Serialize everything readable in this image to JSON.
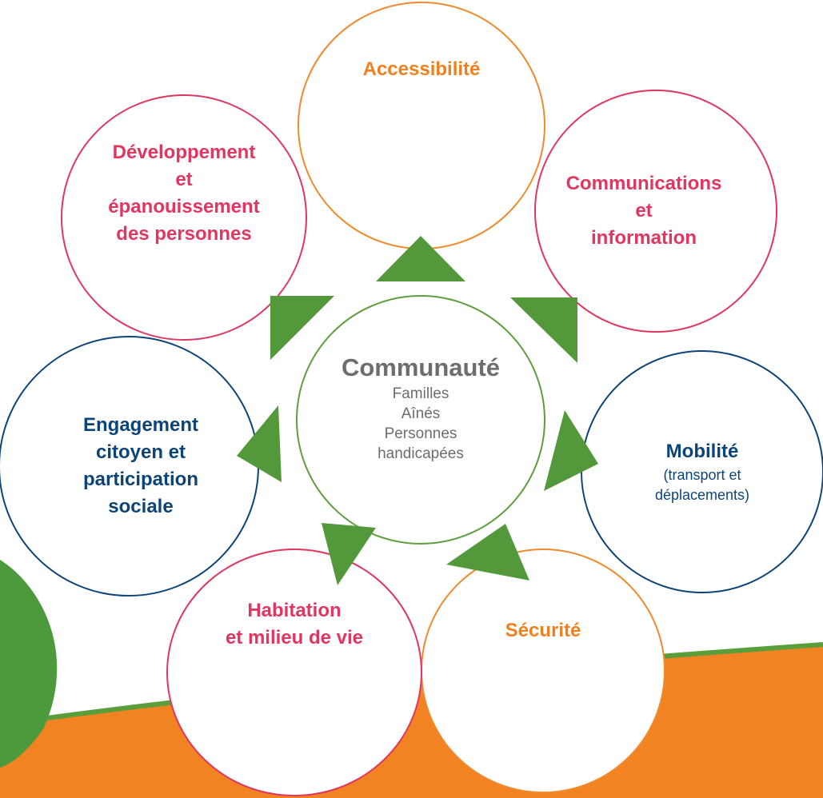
{
  "center": {
    "title": "Communauté",
    "lines": [
      "Familles",
      "Aînés",
      "Personnes",
      "handicapées"
    ]
  },
  "domains": [
    {
      "lines": [
        "Accessibilité"
      ]
    },
    {
      "lines": [
        "Communications",
        "et",
        "information"
      ]
    },
    {
      "lines": [
        "Mobilité"
      ],
      "sublines": [
        "(transport et",
        "déplacements)"
      ]
    },
    {
      "lines": [
        "Sécurité"
      ]
    },
    {
      "lines": [
        "Habitation",
        "et milieu de vie"
      ]
    },
    {
      "lines": [
        "Engagement",
        "citoyen et",
        "participation",
        "sociale"
      ]
    },
    {
      "lines": [
        "Développement",
        "et",
        "épanouissement",
        "des personnes"
      ]
    }
  ],
  "colors": {
    "pink": "#e0365f",
    "orange": "#f07f1d",
    "navy": "#0d4478",
    "green_arrow": "#53983a",
    "green_outline": "#5e9e3e",
    "ground_orange": "#f28323",
    "leaf_green": "#4c9a3b"
  }
}
